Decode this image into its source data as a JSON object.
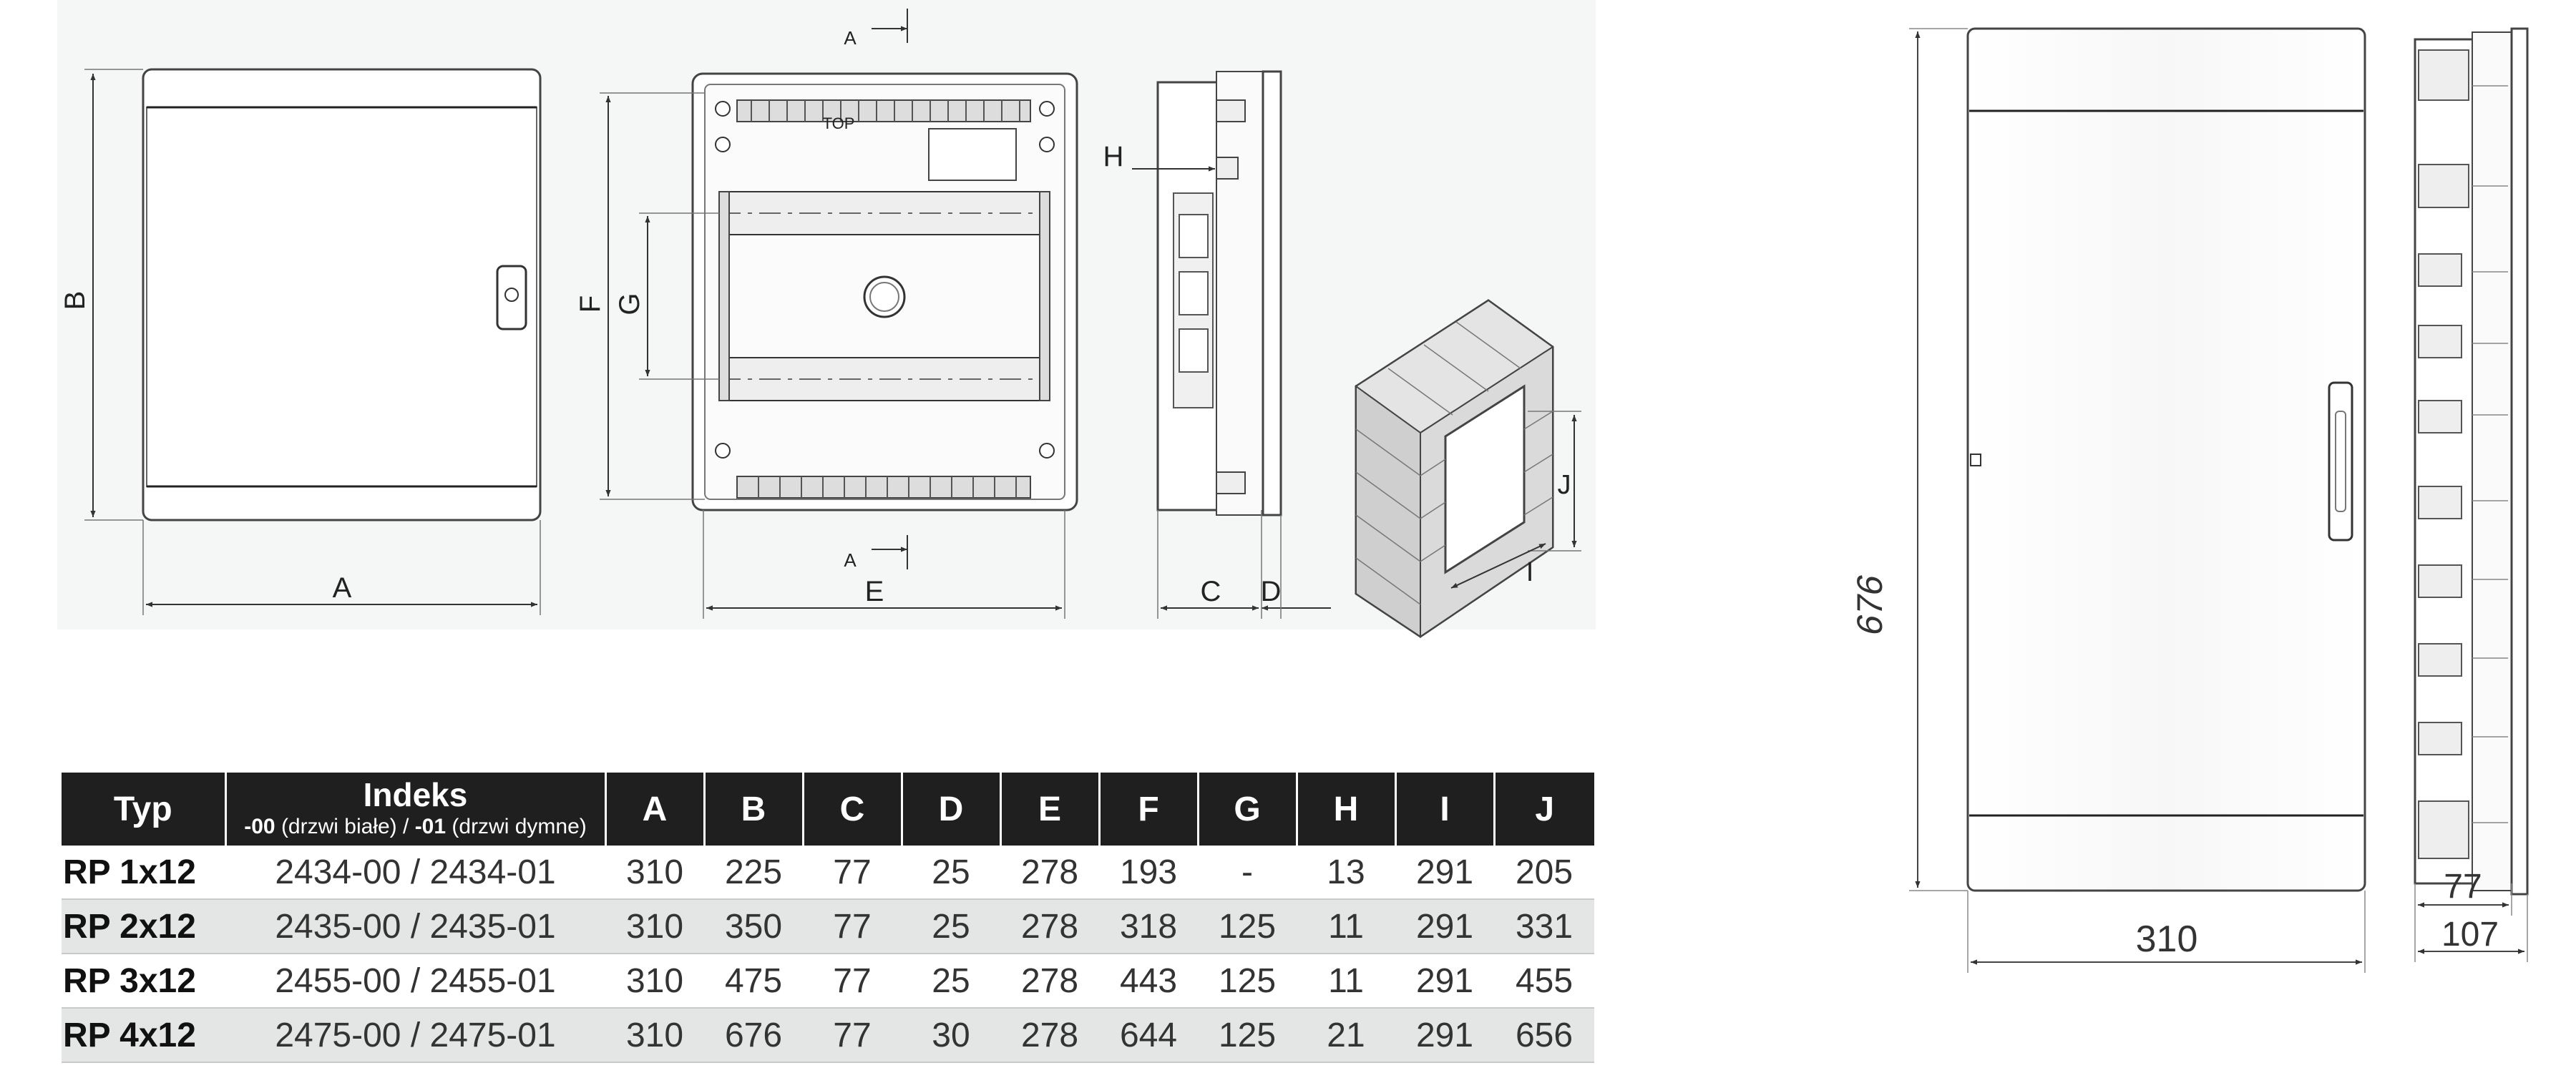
{
  "drawing_labels": {
    "front": {
      "a": "A",
      "b": "B"
    },
    "interior": {
      "section_top": "A",
      "section_bottom": "A",
      "e": "E",
      "f": "F",
      "g": "G",
      "top_mark": "TOP"
    },
    "side": {
      "h": "H",
      "c": "C",
      "d": "D"
    },
    "frame": {
      "i": "I",
      "j": "J"
    }
  },
  "dimension_drawing": {
    "height": "676",
    "width": "310",
    "depth_inner": "77",
    "depth_outer": "107"
  },
  "table": {
    "headers": {
      "typ": "Typ",
      "indeks_title": "Indeks",
      "indeks_code_white": "-00",
      "indeks_label_white": "(drzwi białe)",
      "indeks_separator": "/",
      "indeks_code_smoke": "-01",
      "indeks_label_smoke": "(drzwi dymne)",
      "cols": [
        "A",
        "B",
        "C",
        "D",
        "E",
        "F",
        "G",
        "H",
        "I",
        "J"
      ]
    },
    "rows": [
      {
        "typ": "RP 1x12",
        "indeks": "2434-00 / 2434-01",
        "values": [
          "310",
          "225",
          "77",
          "25",
          "278",
          "193",
          "-",
          "13",
          "291",
          "205"
        ]
      },
      {
        "typ": "RP 2x12",
        "indeks": "2435-00 / 2435-01",
        "values": [
          "310",
          "350",
          "77",
          "25",
          "278",
          "318",
          "125",
          "11",
          "291",
          "331"
        ]
      },
      {
        "typ": "RP 3x12",
        "indeks": "2455-00 / 2455-01",
        "values": [
          "310",
          "475",
          "77",
          "25",
          "278",
          "443",
          "125",
          "11",
          "291",
          "455"
        ]
      },
      {
        "typ": "RP 4x12",
        "indeks": "2475-00 / 2475-01",
        "values": [
          "310",
          "676",
          "77",
          "30",
          "278",
          "644",
          "125",
          "21",
          "291",
          "656"
        ]
      }
    ]
  }
}
